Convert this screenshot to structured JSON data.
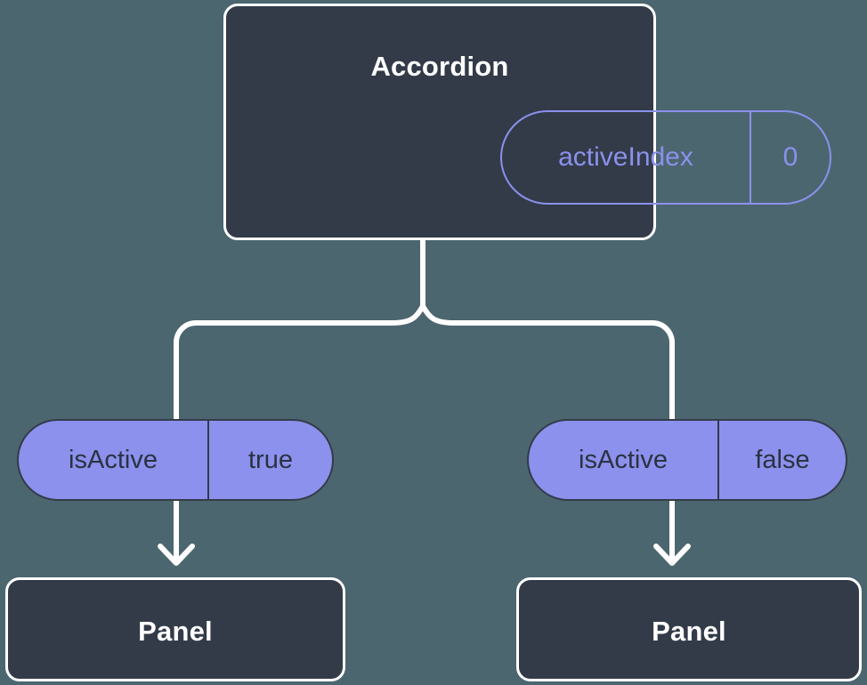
{
  "diagram": {
    "type": "component-state-flow",
    "background_color": "#4c6670",
    "accordion": {
      "title": "Accordion",
      "state_pill": {
        "key": "activeIndex",
        "value": "0",
        "style": "outlined",
        "accent_color": "#8b91ec"
      }
    },
    "branches": [
      {
        "prop_pill": {
          "key": "isActive",
          "value": "true",
          "style": "filled",
          "fill_color": "#8b91ec"
        },
        "child": {
          "title": "Panel"
        }
      },
      {
        "prop_pill": {
          "key": "isActive",
          "value": "false",
          "style": "filled",
          "fill_color": "#8b91ec"
        },
        "child": {
          "title": "Panel"
        }
      }
    ],
    "connector_color": "#ffffff",
    "box_fill_color": "#333b49"
  }
}
